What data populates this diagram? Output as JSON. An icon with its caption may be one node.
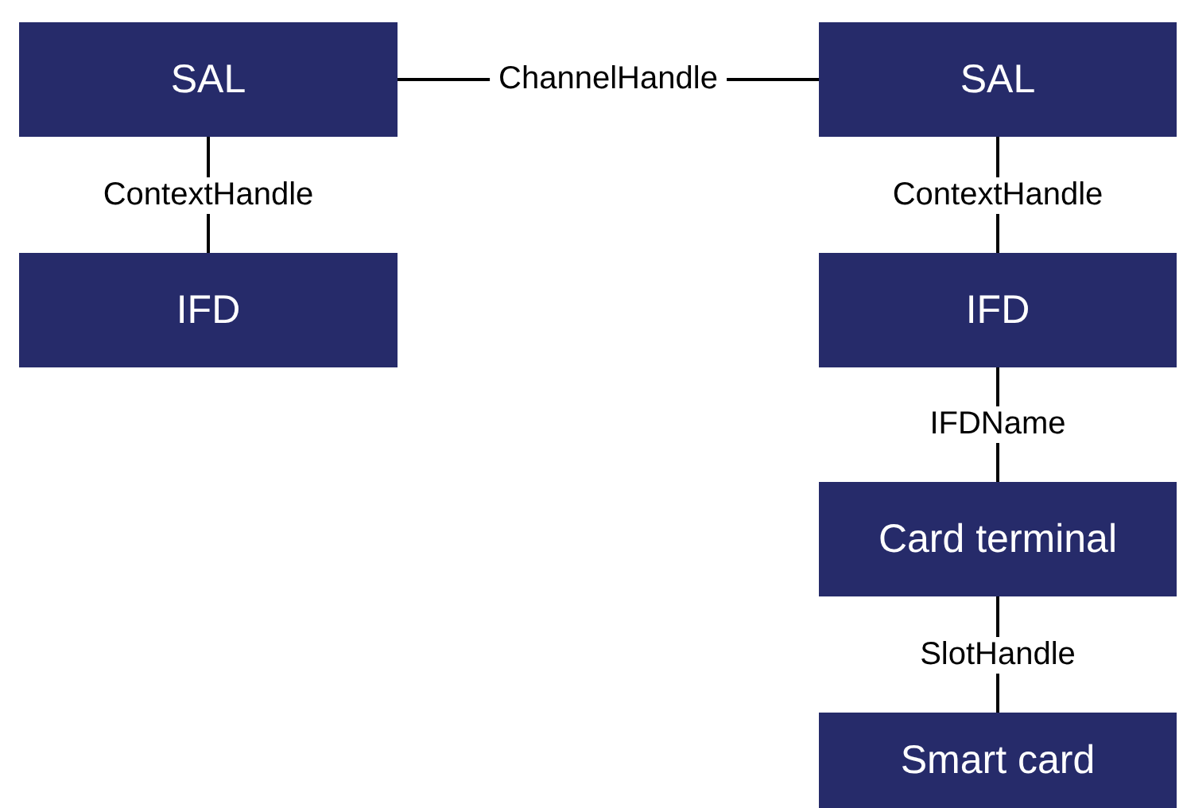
{
  "diagram": {
    "nodes": [
      {
        "text": [
          "SAL"
        ]
      },
      {
        "text": [
          "IFD"
        ]
      },
      {
        "text": [
          "SAL"
        ]
      },
      {
        "text": [
          "IFD"
        ]
      },
      {
        "text": [
          "Card terminal"
        ]
      },
      {
        "text": [
          "Smart card"
        ]
      }
    ],
    "edges": [
      {
        "from": 0,
        "to": 2,
        "arrow": "none",
        "label": "ChannelHandle"
      },
      {
        "from": 0,
        "to": 1,
        "arrow": "none",
        "label": "ContextHandle"
      },
      {
        "from": 2,
        "to": 3,
        "arrow": "none",
        "label": "ContextHandle"
      },
      {
        "from": 3,
        "to": 4,
        "arrow": "none",
        "label": "IFDName"
      },
      {
        "from": 4,
        "to": 5,
        "arrow": "none",
        "label": "SlotHandle"
      }
    ]
  }
}
